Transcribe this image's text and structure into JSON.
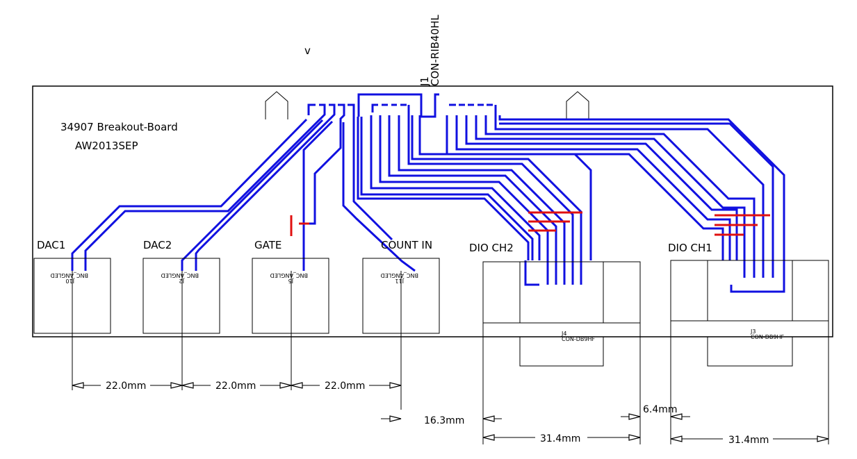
{
  "board": {
    "title": "34907 Breakout-Board",
    "revision": "AW2013SEP",
    "pin1_marker": "v",
    "header_ref": "J1",
    "header_part": "CON-RIB40HL"
  },
  "connectors": [
    {
      "label": "DAC1",
      "ref": "J10",
      "part": "BNC_ANGLED"
    },
    {
      "label": "DAC2",
      "ref": "J2",
      "part": "BNC_ANGLED"
    },
    {
      "label": "GATE",
      "ref": "J5",
      "part": "BNC_ANGLED"
    },
    {
      "label": "COUNT IN",
      "ref": "J11",
      "part": "BNC_ANGLED"
    },
    {
      "label": "DIO CH2",
      "ref": "J4",
      "part": "CON-DB9HF"
    },
    {
      "label": "DIO CH1",
      "ref": "J3",
      "part": "CON-DB9HF"
    }
  ],
  "dimensions": [
    "22.0mm",
    "22.0mm",
    "22.0mm",
    "16.3mm",
    "6.4mm",
    "31.4mm",
    "31.4mm"
  ],
  "colors": {
    "trace": "#1010e0",
    "jumper": "#e01010",
    "outline": "#000000"
  }
}
